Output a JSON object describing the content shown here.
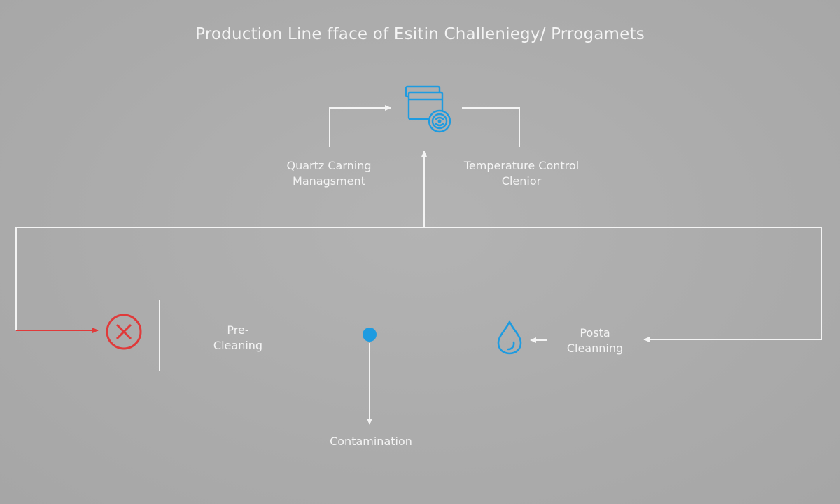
{
  "title": "Production Line fface of Esitin Challeniegy/ Prrogamets",
  "nodes": {
    "quartz": {
      "line1": "Quartz Carning",
      "line2": "Managsment"
    },
    "temperature": {
      "line1": "Temperature Control",
      "line2": "Clenior"
    },
    "pre_cleaning": {
      "line1": "Pre-",
      "line2": "Cleaning"
    },
    "posta_cleaning": {
      "line1": "Posta",
      "line2": "Cleanning"
    },
    "contamination": {
      "line1": "Contamination"
    }
  },
  "icons": {
    "top": "monitor-gear-icon",
    "error": "error-x-icon",
    "dot": "status-dot-icon",
    "drop": "water-drop-icon"
  },
  "colors": {
    "background": "#adadad",
    "line": "#f4f4f4",
    "accent_blue": "#1e9be0",
    "error_red": "#e03a3a"
  }
}
